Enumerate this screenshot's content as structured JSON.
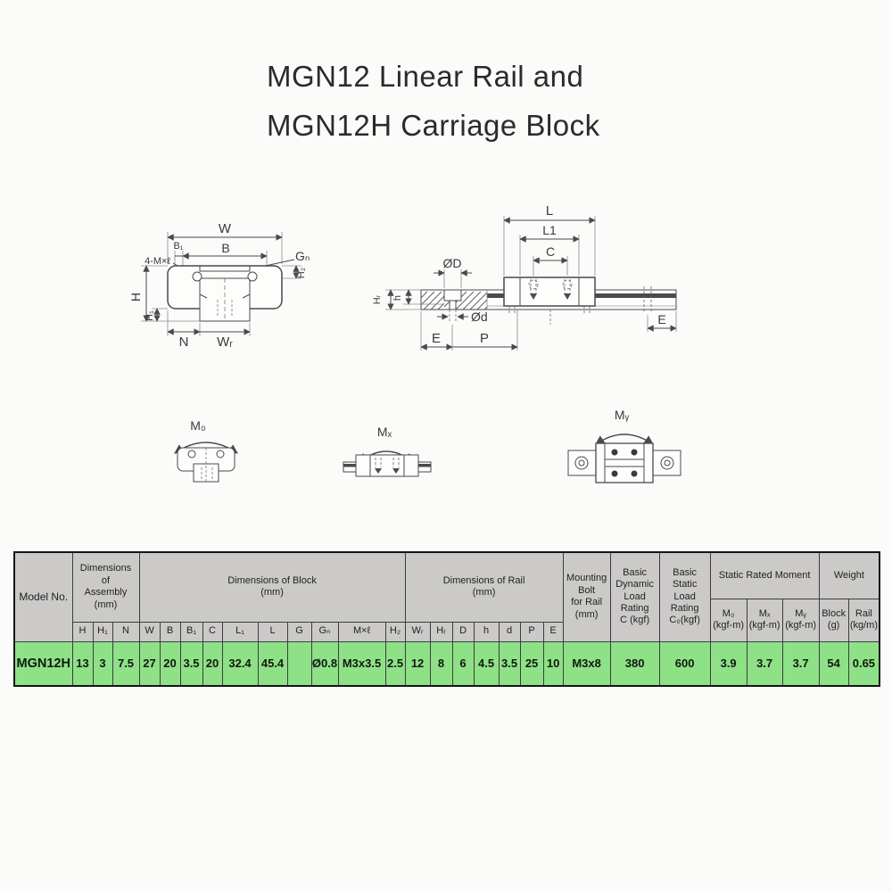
{
  "title": {
    "line1": "MGN12 Linear Rail and",
    "line2": "MGN12H Carriage Block"
  },
  "colors": {
    "table_header_bg": "#cbcac8",
    "table_row_green": "#8fe187",
    "line_color": "#4a4a4a",
    "page_bg": "#fbfbf9"
  },
  "cross_section": {
    "w": "W",
    "b1": "B₁",
    "b": "B",
    "gn": "Gₙ",
    "bolt": "4-M×ℓ",
    "h": "H",
    "h1": "H₁",
    "h2": "H₂",
    "n": "N",
    "wr": "Wᵣ"
  },
  "side_view": {
    "l": "L",
    "l1": "L1",
    "c": "C",
    "od": "ØD",
    "hr": "Hᵣ",
    "h": "h",
    "od_small": "Ød",
    "e_left": "E",
    "p": "P",
    "e_right": "E"
  },
  "moments": {
    "m0": "M₀",
    "mx": "Mₓ",
    "my": "Mᵧ"
  },
  "table": {
    "model_header": "Model No.",
    "g_assembly": "Dimensions\nof\nAssembly\n(mm)",
    "g_block": "Dimensions  of  Block\n(mm)",
    "g_rail": "Dimensions  of  Rail\n(mm)",
    "g_mounting": "Mounting\nBolt\nfor Rail\n(mm)",
    "g_dynamic": "Basic\nDynamic\nLoad\nRating\nC (kgf)",
    "g_static": "Basic\nStatic\nLoad\nRating\nC₀(kgf)",
    "g_moment": "Static Rated Moment",
    "g_weight": "Weight",
    "letters": [
      "H",
      "H₁",
      "N",
      "W",
      "B",
      "B₁",
      "C",
      "L₁",
      "L",
      "G",
      "Gₙ",
      "M×ℓ",
      "H₂",
      "Wᵣ",
      "Hᵣ",
      "D",
      "h",
      "d",
      "P",
      "E"
    ],
    "moment_subs": [
      "M₀\n(kgf-m)",
      "Mₓ\n(kgf-m)",
      "Mᵧ\n(kgf-m)"
    ],
    "weight_subs": [
      "Block\n(g)",
      "Rail\n(kg/m)"
    ],
    "row": {
      "model": "MGN12H",
      "values": [
        "13",
        "3",
        "7.5",
        "27",
        "20",
        "3.5",
        "20",
        "32.4",
        "45.4",
        "",
        "Ø0.8",
        "M3x3.5",
        "2.5",
        "12",
        "8",
        "6",
        "4.5",
        "3.5",
        "25",
        "10",
        "M3x8",
        "380",
        "600",
        "3.9",
        "3.7",
        "3.7",
        "54",
        "0.65"
      ]
    }
  }
}
